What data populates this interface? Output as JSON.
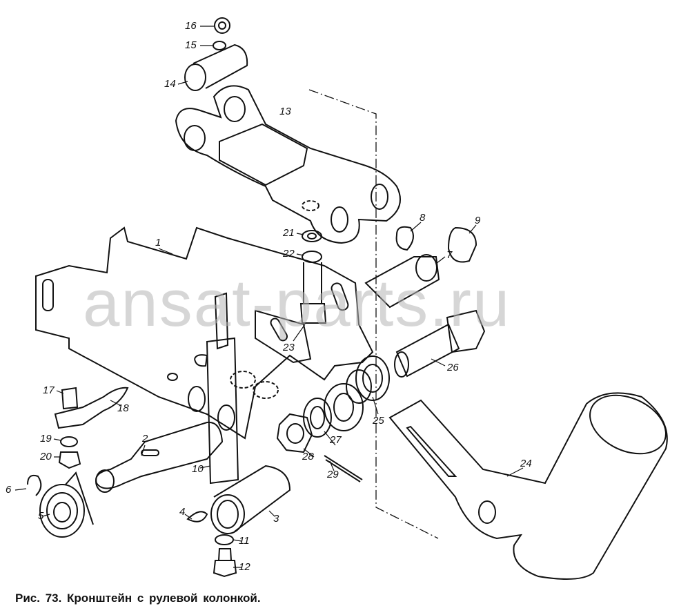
{
  "caption": "Рис. 73. Кронштейн с рулевой колонкой.",
  "watermark": "ansat-parts.ru",
  "labels": {
    "p1": "1",
    "p2": "2",
    "p3": "3",
    "p4": "4",
    "p5": "5",
    "p6": "6",
    "p7": "7",
    "p8": "8",
    "p9": "9",
    "p10": "10",
    "p11": "11",
    "p12": "12",
    "p13": "13",
    "p14": "14",
    "p15": "15",
    "p16": "16",
    "p17": "17",
    "p18": "18",
    "p19": "19",
    "p20": "20",
    "p21": "21",
    "p22": "22",
    "p23": "23",
    "p24": "24",
    "p25": "25",
    "p26": "26",
    "p27": "27",
    "p28": "28",
    "p29": "29"
  }
}
